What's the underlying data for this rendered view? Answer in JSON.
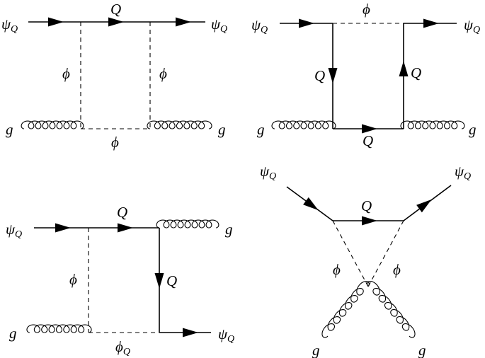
{
  "labels": {
    "psi": "ψ",
    "psi_sub": "Q",
    "Q": "Q",
    "phi": "ϕ",
    "phi_sub": "Q",
    "g": "g"
  }
}
